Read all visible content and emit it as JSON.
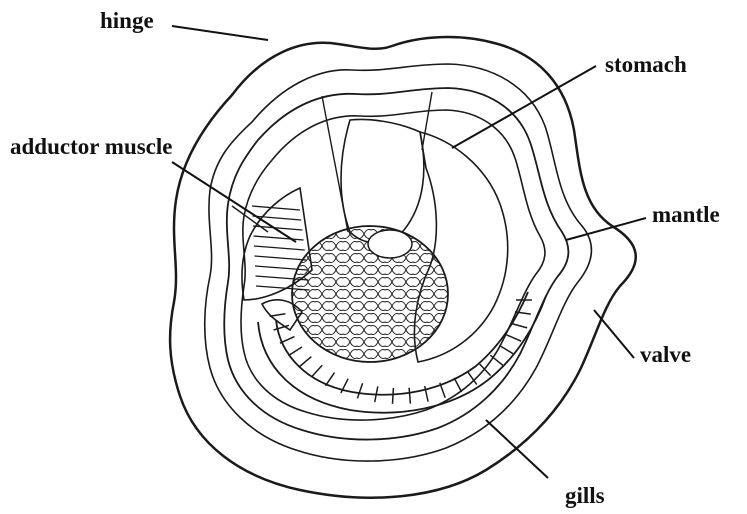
{
  "labels": {
    "hinge": "hinge",
    "stomach": "stomach",
    "adductor_muscle": "adductor muscle",
    "mantle": "mantle",
    "valve": "valve",
    "gills": "gills"
  },
  "colors": {
    "ink": "#111111",
    "paper": "#ffffff"
  }
}
